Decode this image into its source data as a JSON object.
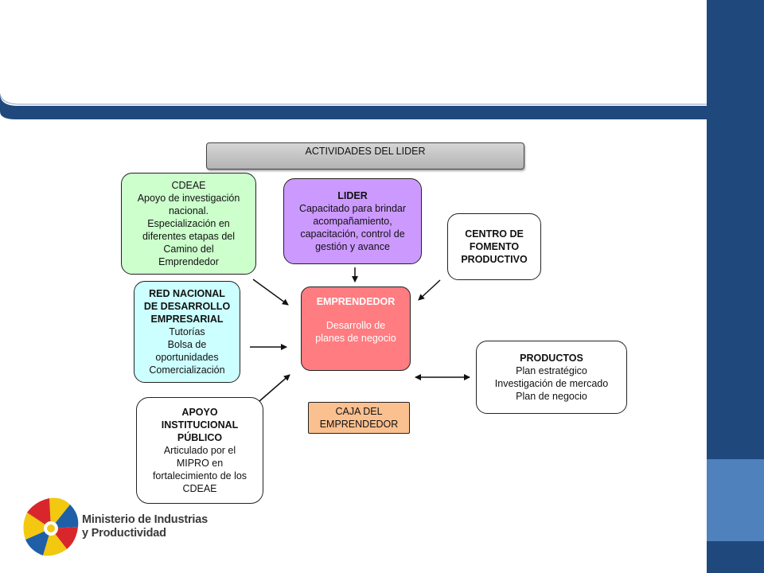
{
  "colors": {
    "header_blue": "#1f497d",
    "side_panel": "#1f497d",
    "side_accent": "#4f81bd",
    "cdeae": "#ccffcc",
    "lider": "#cc99ff",
    "red_nacional": "#ccffff",
    "emprendedor": "#ff7c80",
    "caja": "#fac090",
    "white": "#ffffff"
  },
  "diagram": {
    "title": "ACTIVIDADES DEL LIDER",
    "nodes": {
      "cdeae": {
        "heading": "CDEAE",
        "lines": [
          "Apoyo de investigación",
          "nacional.",
          "Especialización en",
          "diferentes etapas del",
          "Camino del",
          "Emprendedor"
        ]
      },
      "lider": {
        "heading": "LIDER",
        "lines": [
          "Capacitado para brindar",
          "acompañamiento,",
          "capacitación, control de",
          "gestión y avance"
        ]
      },
      "centro": {
        "heading_lines": [
          "CENTRO DE",
          "FOMENTO",
          "PRODUCTIVO"
        ]
      },
      "red": {
        "heading_lines": [
          "RED NACIONAL",
          "DE DESARROLLO",
          "EMPRESARIAL"
        ],
        "lines": [
          "Tutorías",
          "Bolsa de",
          "oportunidades",
          "Comercialización"
        ]
      },
      "emprendedor": {
        "heading": "EMPRENDEDOR",
        "lines": [
          "Desarrollo de",
          "planes de negocio"
        ]
      },
      "productos": {
        "heading": "PRODUCTOS",
        "lines": [
          "Plan estratégico",
          "Investigación de mercado",
          "Plan de negocio"
        ]
      },
      "apoyo": {
        "heading_lines": [
          "APOYO",
          "INSTITUCIONAL",
          "PÚBLICO"
        ],
        "lines": [
          "Articulado por el",
          "MIPRO en",
          "fortalecimiento de los",
          "CDEAE"
        ]
      },
      "caja": {
        "lines": [
          "CAJA DEL",
          "EMPRENDEDOR"
        ]
      }
    },
    "edges": [
      {
        "from": "cdeae",
        "to": "emprendedor",
        "direction": "forward"
      },
      {
        "from": "lider",
        "to": "emprendedor",
        "direction": "forward"
      },
      {
        "from": "centro",
        "to": "emprendedor",
        "direction": "forward"
      },
      {
        "from": "red",
        "to": "emprendedor",
        "direction": "forward"
      },
      {
        "from": "apoyo",
        "to": "emprendedor",
        "direction": "forward"
      },
      {
        "from": "emprendedor",
        "to": "productos",
        "direction": "both"
      }
    ]
  },
  "logo": {
    "line1": "Ministerio de Industrias",
    "line2": "y Productividad"
  }
}
